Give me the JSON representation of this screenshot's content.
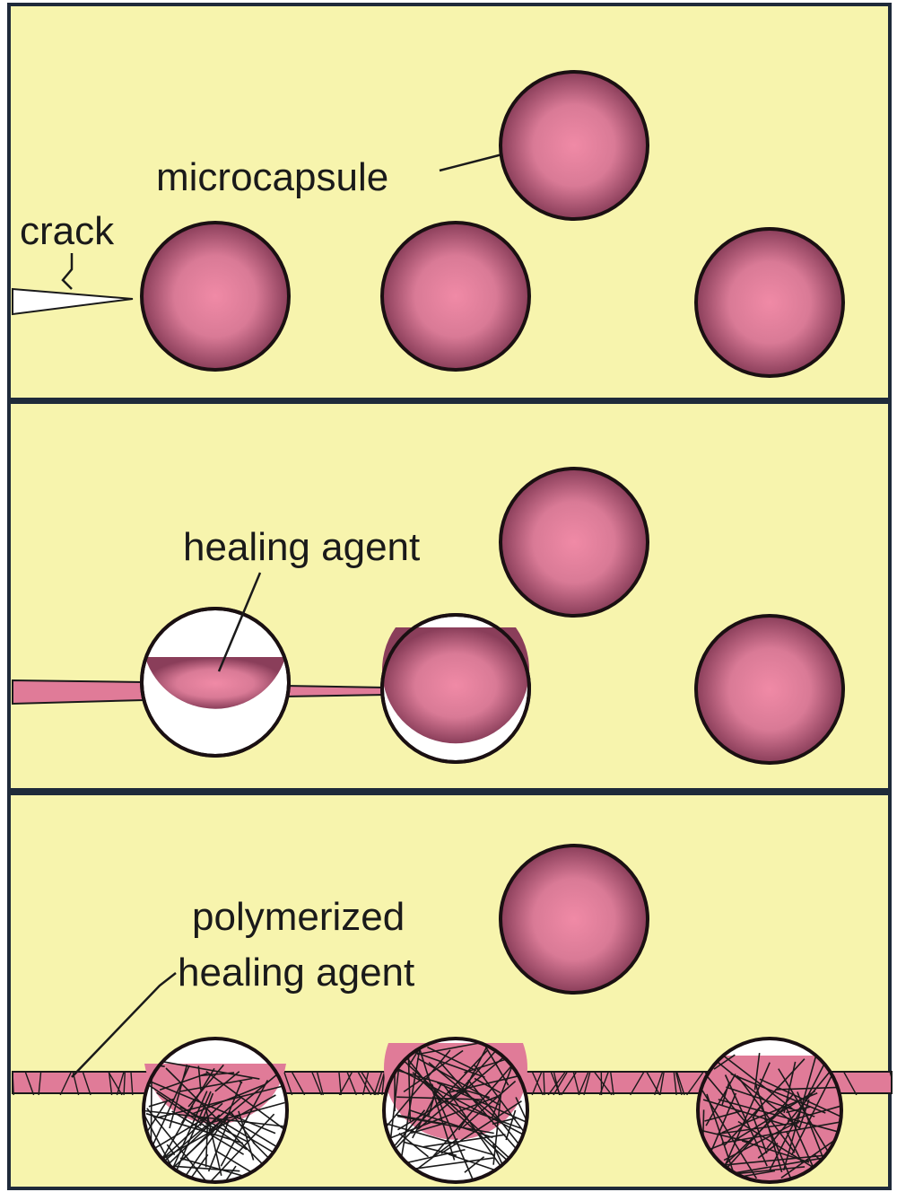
{
  "colors": {
    "background": "#f7f4ad",
    "frame": "#1f2a3a",
    "capsule_center": "#f08aa6",
    "capsule_edge": "#8a3e5a",
    "capsule_outline": "#1a1012",
    "empty_capsule": "#ffffff",
    "agent": "#e07b98",
    "polymer_lines": "#1a1a1a"
  },
  "panels": [
    {
      "stage": "intact",
      "labels": {
        "microcapsule": "microcapsule",
        "crack": "crack"
      }
    },
    {
      "stage": "crack-propagation-agent-release",
      "labels": {
        "healing_agent": "healing agent"
      }
    },
    {
      "stage": "polymerization",
      "labels": {
        "line1": "polymerized",
        "line2": "healing agent"
      }
    }
  ]
}
